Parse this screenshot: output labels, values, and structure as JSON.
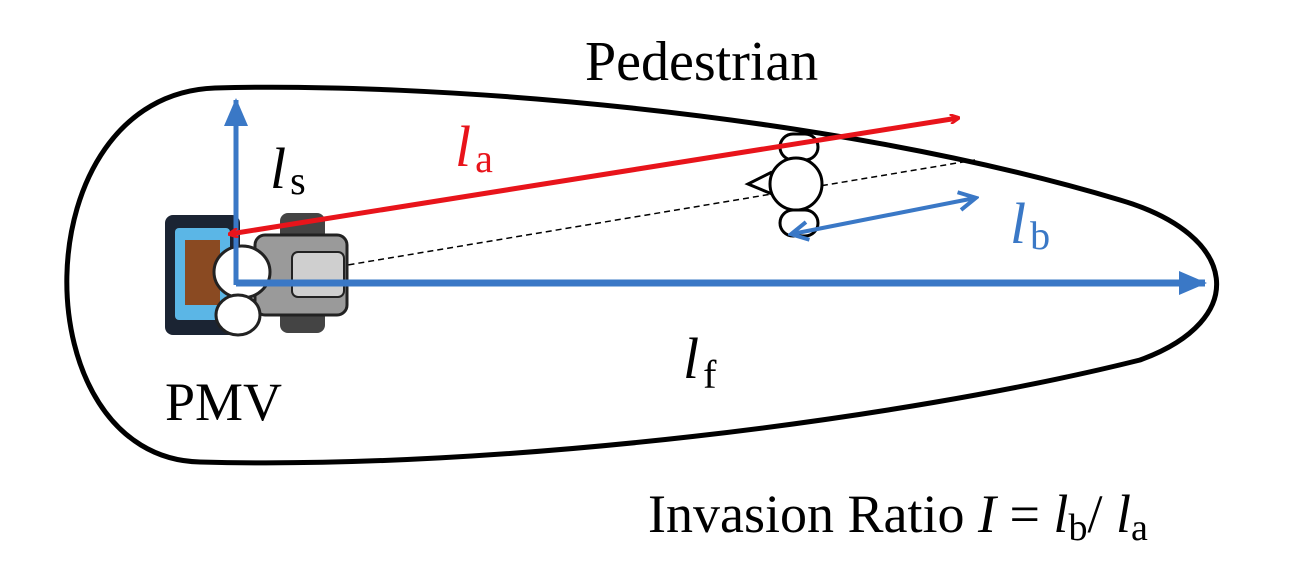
{
  "labels": {
    "pedestrian": "Pedestrian",
    "pmv": "PMV",
    "la_main": "l",
    "la_sub": "a",
    "ls_main": "l",
    "ls_sub": "s",
    "lb_main": "l",
    "lb_sub": "b",
    "lf_main": "l",
    "lf_sub": "f"
  },
  "formula": {
    "prefix": "Invasion Ratio ",
    "I": "I",
    "equals": " = ",
    "lb_main": "l",
    "lb_sub": "b",
    "slash": "/ ",
    "la_main": "l",
    "la_sub": "a"
  },
  "colors": {
    "red": "#e8141b",
    "blue": "#3a78c6",
    "black": "#000000",
    "vehicle_blue": "#5bb6e6",
    "vehicle_brown": "#8a4a22",
    "vehicle_gray": "#9a9a9a"
  }
}
